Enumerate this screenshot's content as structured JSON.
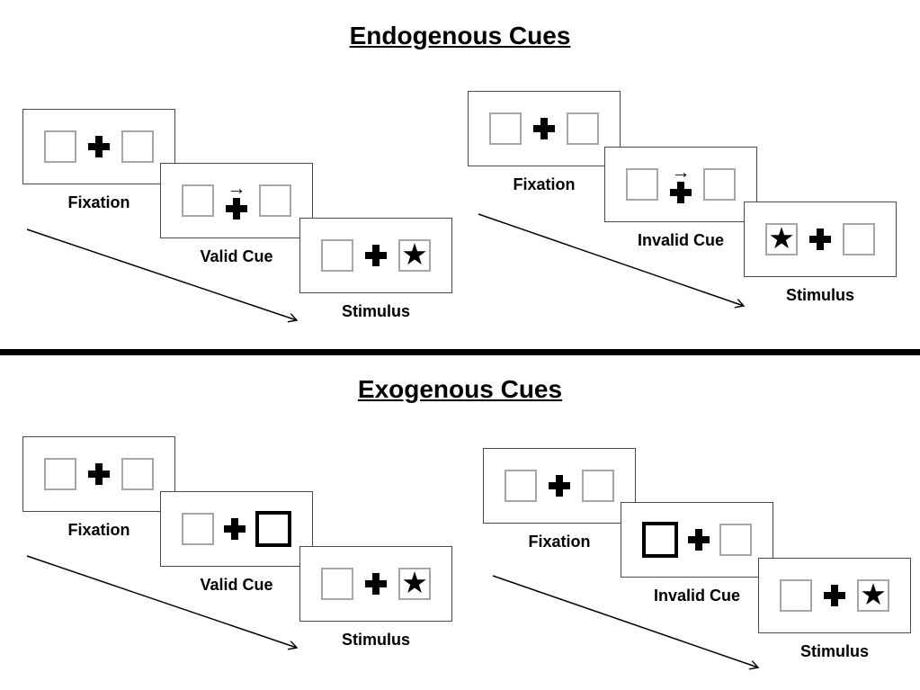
{
  "figure": {
    "sections": [
      {
        "title": "Endogenous Cues",
        "groups": [
          {
            "name": "valid-trial",
            "cards": [
              {
                "label": "Fixation",
                "left": "empty-box",
                "center": "fixation-cross",
                "right": "empty-box"
              },
              {
                "label": "Valid Cue",
                "left": "empty-box",
                "center": "fixation-cross-with-right-arrow",
                "right": "empty-box"
              },
              {
                "label": "Stimulus",
                "left": "empty-box",
                "center": "fixation-cross",
                "right": "star-box"
              }
            ]
          },
          {
            "name": "invalid-trial",
            "cards": [
              {
                "label": "Fixation",
                "left": "empty-box",
                "center": "fixation-cross",
                "right": "empty-box"
              },
              {
                "label": "Invalid Cue",
                "left": "empty-box",
                "center": "fixation-cross-with-right-arrow",
                "right": "empty-box"
              },
              {
                "label": "Stimulus",
                "left": "star-box",
                "center": "fixation-cross",
                "right": "empty-box"
              }
            ]
          }
        ]
      },
      {
        "title": "Exogenous Cues",
        "groups": [
          {
            "name": "valid-trial",
            "cards": [
              {
                "label": "Fixation",
                "left": "empty-box",
                "center": "fixation-cross",
                "right": "empty-box"
              },
              {
                "label": "Valid Cue",
                "left": "empty-box",
                "center": "fixation-cross",
                "right": "highlighted-bold-box"
              },
              {
                "label": "Stimulus",
                "left": "empty-box",
                "center": "fixation-cross",
                "right": "star-box"
              }
            ]
          },
          {
            "name": "invalid-trial",
            "cards": [
              {
                "label": "Fixation",
                "left": "empty-box",
                "center": "fixation-cross",
                "right": "empty-box"
              },
              {
                "label": "Invalid Cue",
                "left": "highlighted-bold-box",
                "center": "fixation-cross",
                "right": "empty-box"
              },
              {
                "label": "Stimulus",
                "left": "empty-box",
                "center": "fixation-cross",
                "right": "star-box"
              }
            ]
          }
        ]
      }
    ],
    "glyphs": {
      "star": "★",
      "cue_arrow": "→"
    },
    "colors": {
      "panel_border": "#4a4a4a",
      "box_border": "#a6a6a6",
      "ink": "#000000",
      "background": "#ffffff"
    }
  }
}
